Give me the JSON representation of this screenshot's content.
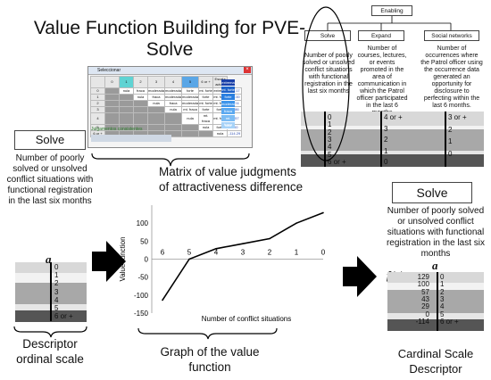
{
  "title": "Value Function Building for PVE-Solve",
  "matrix_window": {
    "title": "Seleccionar",
    "headers": [
      "",
      "0",
      "1",
      "2",
      "3",
      "4",
      "5",
      "6 or +",
      "Escala actual"
    ],
    "rows": [
      {
        "label": "0",
        "cells": [
          "",
          "nula",
          "fraca",
          "moderada",
          "moderada",
          "forte",
          "mt. forte",
          "extrema"
        ],
        "value": "129.17"
      },
      {
        "label": "1",
        "cells": [
          "",
          "",
          "nula",
          "fraca",
          "moderada",
          "moderada",
          "forte",
          "mt. forte"
        ],
        "value": "100.00"
      },
      {
        "label": "2",
        "cells": [
          "",
          "",
          "",
          "nula",
          "fraca",
          "moderada",
          "mt. forte",
          "mt. forte"
        ],
        "value": "57.14"
      },
      {
        "label": "3",
        "cells": [
          "",
          "",
          "",
          "",
          "nula",
          "mt. fraca",
          "forte",
          "forte"
        ],
        "value": "42.86"
      },
      {
        "label": "4",
        "cells": [
          "",
          "",
          "",
          "",
          "",
          "nula",
          "mt. fraca",
          "mt. forte"
        ],
        "value": "28.57"
      },
      {
        "label": "5",
        "cells": [
          "",
          "",
          "",
          "",
          "",
          "",
          "nula",
          "forte"
        ],
        "value": "0.00"
      },
      {
        "label": "6 or +",
        "cells": [
          "",
          "",
          "",
          "",
          "",
          "",
          "",
          "nula"
        ],
        "value": "-114.29"
      }
    ],
    "side_labels": [
      "extrema",
      "mt. forte",
      "forte",
      "moderada",
      "fraca",
      "mt. fraca",
      "nula"
    ],
    "status": "Julgamentos consistentes"
  },
  "matrix_caption": "Matrix of value judgments of attractiveness difference",
  "left": {
    "box_label": "Solve",
    "description": "Number of poorly solved or unsolved conflict situations with functional registration in the last six months",
    "axis_symbol": "a",
    "ticks": [
      "0",
      "1",
      "2",
      "3",
      "4",
      "5",
      "6 or +"
    ],
    "caption": "Descriptor ordinal scale"
  },
  "graph_caption": "Graph of the value function",
  "right": {
    "box_label": "Solve",
    "description": "Number of poorly solved or unsolved conflict situations with functional registration in the last six months",
    "f_symbol": "f(a)",
    "axis_symbol": "a",
    "values": [
      "129",
      "100",
      "57",
      "43",
      "29",
      "0",
      "-114"
    ],
    "ticks": [
      "0",
      "1",
      "2",
      "3",
      "4",
      "5",
      "6 or +"
    ],
    "caption": "Cardinal Scale Descriptor"
  },
  "tree": {
    "root": "Enabling",
    "branches": [
      {
        "label": "Solve",
        "description": "Number of poorly solved or unsolved conflict situations with functional registration in the last six months",
        "ticks": [
          "0",
          "1",
          "2",
          "3",
          "4",
          "5",
          "6 or +"
        ]
      },
      {
        "label": "Expand",
        "description": "Number of courses, lectures, or events promoted in the area of communication in which the Patrol officer participated in the last 6 months",
        "ticks": [
          "4 or +",
          "3",
          "2",
          "1",
          "0"
        ]
      },
      {
        "label": "Social networks",
        "description": "Number of occurrences where the Patrol officer using the occurrence data generated an opportunity for disclosure to perfecting within the last 6 months.",
        "ticks": [
          "3 or +",
          "2",
          "1",
          "0"
        ]
      }
    ]
  },
  "chart_data": {
    "type": "line",
    "x": [
      "6",
      "5",
      "4",
      "3",
      "2",
      "1",
      "0"
    ],
    "values": [
      -114,
      0,
      29,
      43,
      57,
      100,
      129
    ],
    "yticks": [
      100,
      50,
      0,
      -50,
      -100,
      -150
    ],
    "ylim": [
      -150,
      150
    ],
    "ylabel": "Value function",
    "xlabel": "Number of conflict situations",
    "color": "#000000"
  }
}
